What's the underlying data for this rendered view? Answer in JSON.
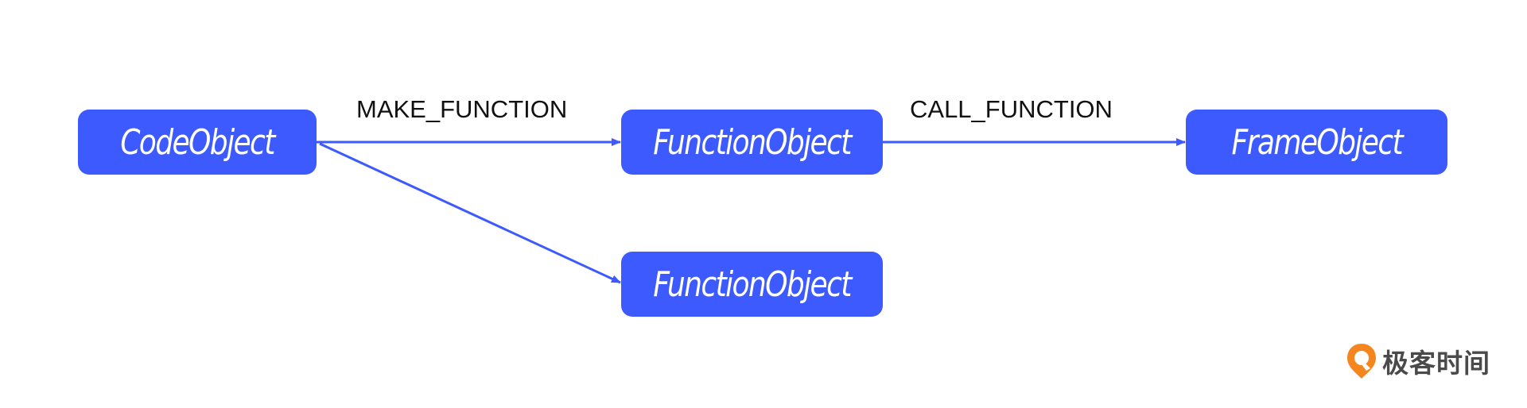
{
  "nodes": {
    "code_object": "CodeObject",
    "function_object_top": "FunctionObject",
    "frame_object": "FrameObject",
    "function_object_bottom": "FunctionObject"
  },
  "edges": {
    "make_function": "MAKE_FUNCTION",
    "call_function": "CALL_FUNCTION"
  },
  "brand": {
    "name": "极客时间",
    "logo_icon": "geektime-logo-icon"
  },
  "colors": {
    "node_fill": "#3d5afe",
    "edge": "#3d5afe",
    "brand_orange": "#f5861f"
  }
}
